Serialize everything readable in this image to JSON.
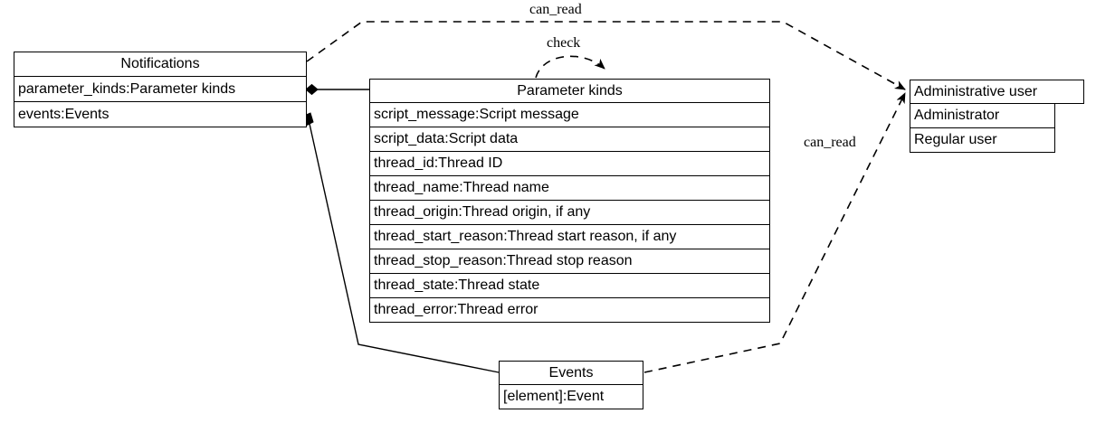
{
  "diagram": {
    "type": "uml-class-diagram",
    "background_color": "#ffffff",
    "line_color": "#000000",
    "text_color": "#000000"
  },
  "nodes": {
    "notifications": {
      "title": "Notifications",
      "attributes": [
        "parameter_kinds:Parameter kinds",
        "events:Events"
      ]
    },
    "parameter_kinds": {
      "title": "Parameter kinds",
      "attributes": [
        "script_message:Script message",
        "script_data:Script data",
        "thread_id:Thread ID",
        "thread_name:Thread name",
        "thread_origin:Thread origin, if any",
        "thread_start_reason:Thread start reason, if any",
        "thread_stop_reason:Thread stop reason",
        "thread_state:Thread state",
        "thread_error:Thread error"
      ]
    },
    "events": {
      "title": "Events",
      "attributes": [
        "[element]:Event"
      ]
    },
    "administrative_user": {
      "title": "Administrative user",
      "attributes": [
        "Administrator",
        "Regular user"
      ]
    }
  },
  "edges": [
    {
      "id": "notifications-to-parameter-kinds",
      "label": "",
      "style": "solid",
      "source_marker": "filled-diamond",
      "target_marker": "none"
    },
    {
      "id": "notifications-to-events",
      "label": "",
      "style": "solid",
      "source_marker": "filled-diamond",
      "target_marker": "none"
    },
    {
      "id": "notifications-can-read-administrative-user",
      "label": "can_read",
      "style": "dashed",
      "source_marker": "none",
      "target_marker": "arrow"
    },
    {
      "id": "check-parameter-kinds",
      "label": "check",
      "style": "dashed",
      "source_marker": "none",
      "target_marker": "arrow"
    },
    {
      "id": "events-can-read-administrative-user",
      "label": "can_read",
      "style": "dashed",
      "source_marker": "none",
      "target_marker": "arrow"
    }
  ],
  "labels": {
    "can_read_top": "can_read",
    "check": "check",
    "can_read_right": "can_read"
  }
}
